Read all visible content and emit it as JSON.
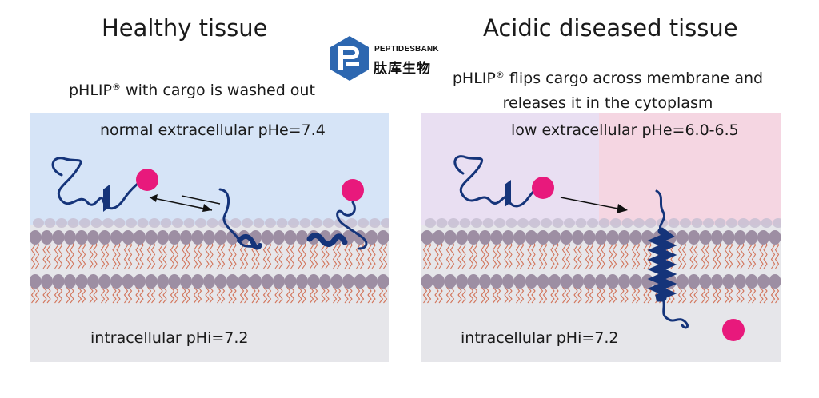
{
  "left": {
    "title": "Healthy tissue",
    "subtitle_pre": "pHLIP",
    "subtitle_mark": "®",
    "subtitle_post": " with cargo is washed out",
    "extracellular_label": "normal extracellular pHe=7.4",
    "intracellular_label": "intracellular pHi=7.2"
  },
  "right": {
    "title": "Acidic diseased tissue",
    "subtitle_pre": "pHLIP",
    "subtitle_mark": "®",
    "subtitle_post_line1": " flips cargo across membrane and",
    "subtitle_line2": "releases it in the cytoplasm",
    "extracellular_label": "low extracellular pHe=6.0-6.5",
    "intracellular_label": "intracellular pHi=7.2"
  },
  "logo": {
    "name_en": "PEPTIDESBANK",
    "name_cn": "肽库生物"
  },
  "colors": {
    "extracellular_healthy": "#d6e4f7",
    "extracellular_acidic_left": "#e9dff2",
    "extracellular_acidic_right": "#f5d6e2",
    "intracellular": "#e6e6ea",
    "lipid_head": "#9d8ea3",
    "lipid_tail": "#d2745a",
    "peptide": "#15347a",
    "cargo": "#e8197c",
    "logo_blue": "#2d67b0"
  }
}
